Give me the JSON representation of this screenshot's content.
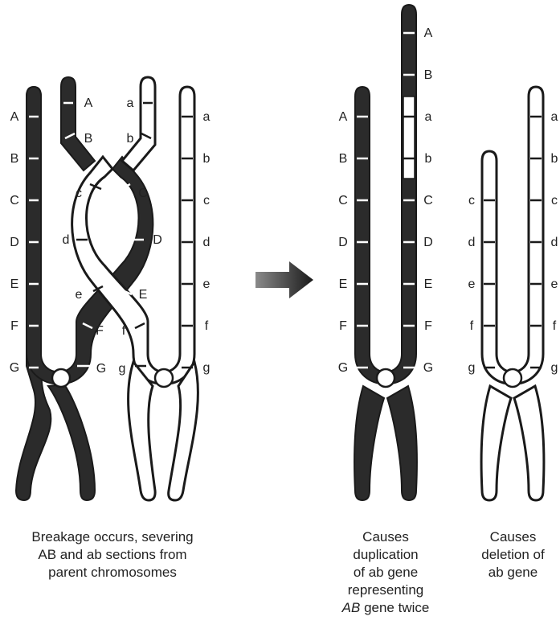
{
  "chromosome_labels": {
    "dark": [
      "A",
      "B",
      "C",
      "D",
      "E",
      "F",
      "G"
    ],
    "light": [
      "a",
      "b",
      "c",
      "d",
      "e",
      "f",
      "g"
    ]
  },
  "captions": {
    "left": [
      "Breakage occurs, severing",
      "AB and ab sections from",
      "parent chromosomes"
    ],
    "middle": [
      "Causes",
      "duplication",
      "of ab gene",
      "representing",
      "AB gene twice"
    ],
    "middle_italic_word": "AB",
    "right": [
      "Causes",
      "deletion of",
      "ab gene"
    ]
  },
  "colors": {
    "dark": "#2b2b2b",
    "outline": "#1a1a1a",
    "light": "#ffffff"
  }
}
